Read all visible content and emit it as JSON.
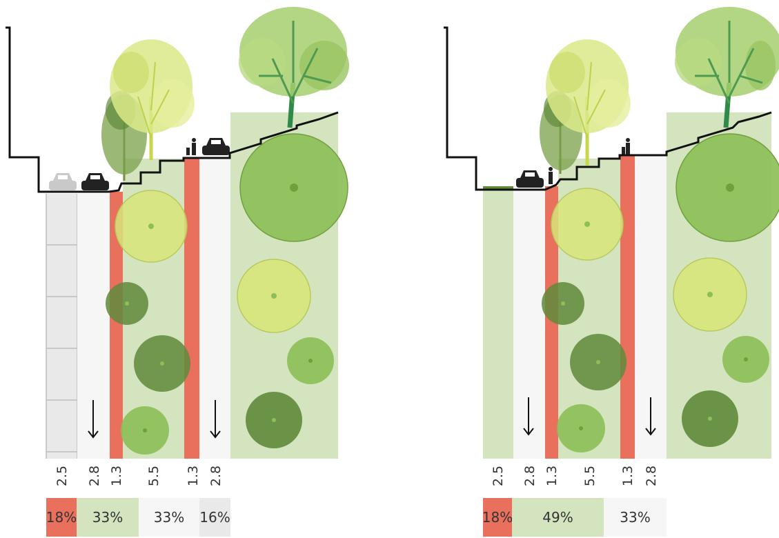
{
  "colors": {
    "red_strip": "#e8705c",
    "green_area": "#d3e4bf",
    "white_lane": "#f6f6f6",
    "grey_paving": "#e9e9e9",
    "dark_canopy": "#5f8a3a",
    "mid_canopy": "#8cbf55",
    "light_canopy": "#d8e57a",
    "section_line": "#111111"
  },
  "sections": [
    {
      "id": "left",
      "dimensions": [
        "2.5",
        "2.8",
        "1.3",
        "5.5",
        "1.3",
        "2.8"
      ],
      "shares": [
        {
          "value": "18%",
          "color": "red"
        },
        {
          "value": "33%",
          "color": "green"
        },
        {
          "value": "33%",
          "color": "white"
        },
        {
          "value": "16%",
          "color": "grey"
        }
      ]
    },
    {
      "id": "right",
      "dimensions": [
        "2.5",
        "2.8",
        "1.3",
        "5.5",
        "1.3",
        "2.8"
      ],
      "shares": [
        {
          "value": "18%",
          "color": "red"
        },
        {
          "value": "49%",
          "color": "green"
        },
        {
          "value": "33%",
          "color": "white"
        }
      ]
    }
  ]
}
